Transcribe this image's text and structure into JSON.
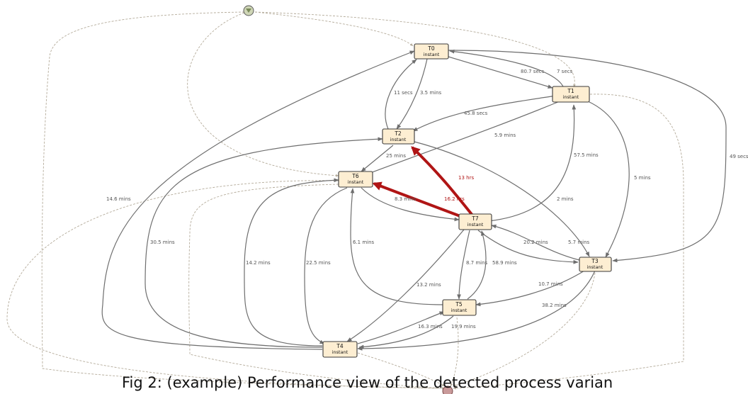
{
  "nodes": [
    {
      "id": "T0",
      "label": "T0",
      "sub": "instant"
    },
    {
      "id": "T1",
      "label": "T1",
      "sub": "instant"
    },
    {
      "id": "T2",
      "label": "T2",
      "sub": "instant"
    },
    {
      "id": "T6",
      "label": "T6",
      "sub": "instant"
    },
    {
      "id": "T7",
      "label": "T7",
      "sub": "instant"
    },
    {
      "id": "T3",
      "label": "T3",
      "sub": "instant"
    },
    {
      "id": "T5",
      "label": "T5",
      "sub": "instant"
    },
    {
      "id": "T4",
      "label": "T4",
      "sub": "instant"
    }
  ],
  "edges": [
    {
      "id": "e1",
      "label": "80.7 secs"
    },
    {
      "id": "e2",
      "label": "7 secs"
    },
    {
      "id": "e3",
      "label": "11 secs"
    },
    {
      "id": "e4",
      "label": "3.5 mins"
    },
    {
      "id": "e5",
      "label": "45.8 secs"
    },
    {
      "id": "e6",
      "label": "5.9 mins"
    },
    {
      "id": "e7",
      "label": "49 secs"
    },
    {
      "id": "e8",
      "label": "25 mins"
    },
    {
      "id": "e9",
      "label": "57.5 mins"
    },
    {
      "id": "e10",
      "label": "5 mins"
    },
    {
      "id": "e11",
      "label": "13 hrs",
      "hot": true
    },
    {
      "id": "e12",
      "label": "16.2 hrs",
      "hot": true
    },
    {
      "id": "e13",
      "label": "8.3 mins"
    },
    {
      "id": "e14",
      "label": "2 mins"
    },
    {
      "id": "e15",
      "label": "14.6 mins"
    },
    {
      "id": "e16",
      "label": "30.5 mins"
    },
    {
      "id": "e17",
      "label": "14.2 mins"
    },
    {
      "id": "e18",
      "label": "22.5 mins"
    },
    {
      "id": "e19",
      "label": "6.1 mins"
    },
    {
      "id": "e20",
      "label": "20.2 mins"
    },
    {
      "id": "e21",
      "label": "5.7 mins"
    },
    {
      "id": "e22",
      "label": "8.7 mins"
    },
    {
      "id": "e23",
      "label": "58.9 mins"
    },
    {
      "id": "e24",
      "label": "13.2 mins"
    },
    {
      "id": "e25",
      "label": "10.7 mins"
    },
    {
      "id": "e26",
      "label": "38.2 mins"
    },
    {
      "id": "e27",
      "label": "16.3 mins"
    },
    {
      "id": "e28",
      "label": "19.9 mins"
    }
  ],
  "caption": "Fig 2: (example) Performance view of the detected process varian",
  "colors": {
    "node_fill": "#fdeed2",
    "edge": "#6e6e6e",
    "highlight": "#b01515",
    "dashed": "#b4ab9a"
  }
}
